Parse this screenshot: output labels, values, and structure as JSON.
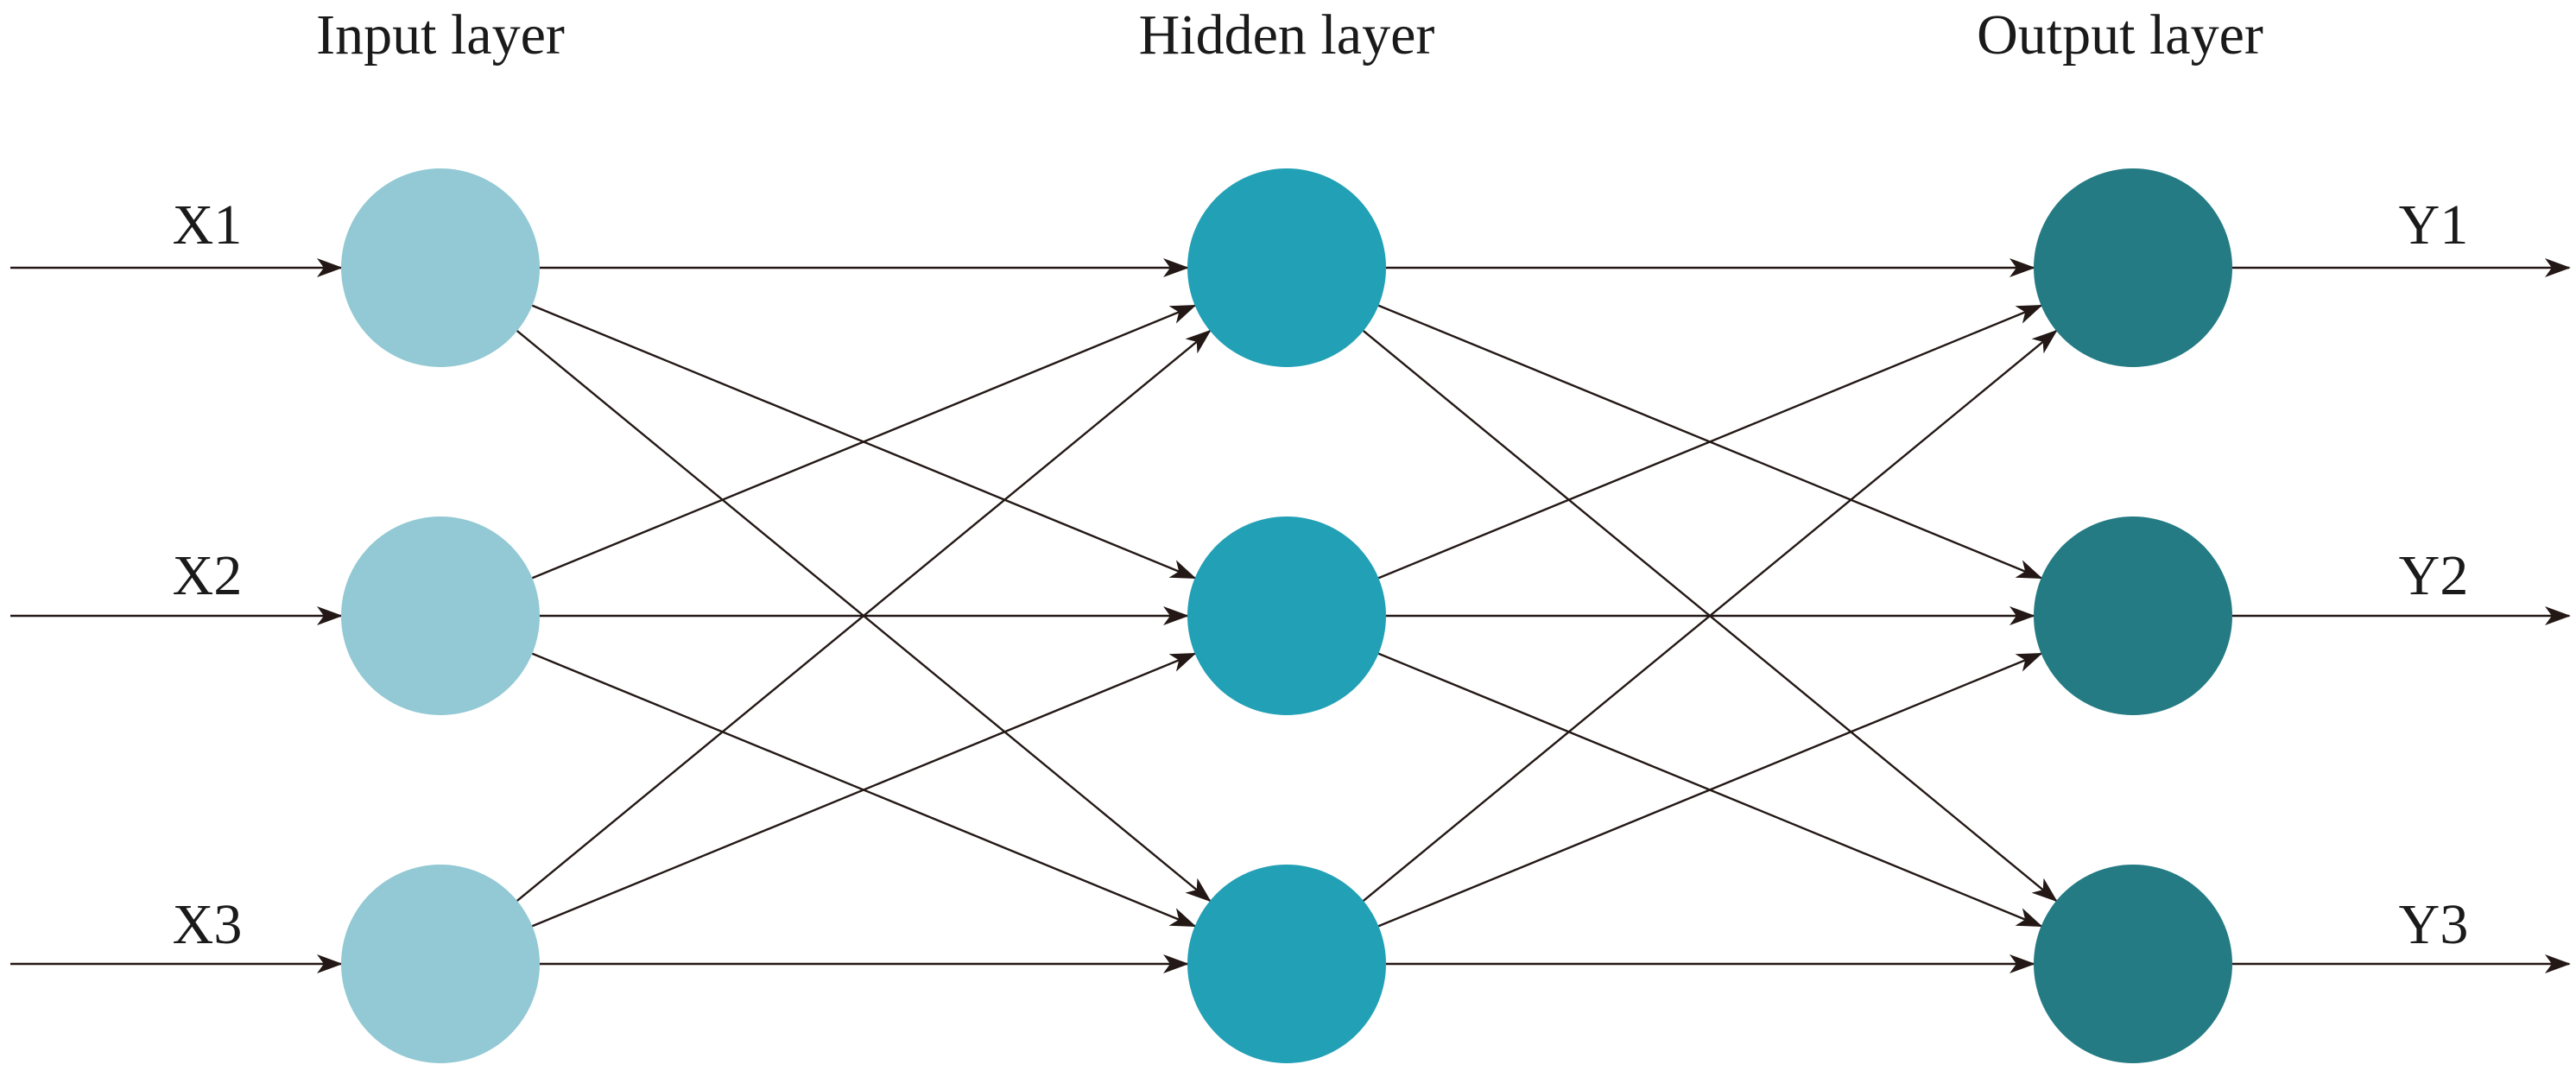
{
  "layers": [
    {
      "title": "Input layer",
      "color": "#92c9d4",
      "nodes": 3
    },
    {
      "title": "Hidden layer",
      "color": "#22a0b5",
      "nodes": 3
    },
    {
      "title": "Output layer",
      "color": "#247b83",
      "nodes": 3
    }
  ],
  "inputs": [
    "X1",
    "X2",
    "X3"
  ],
  "outputs": [
    "Y1",
    "Y2",
    "Y3"
  ],
  "edge_color": "#231815"
}
